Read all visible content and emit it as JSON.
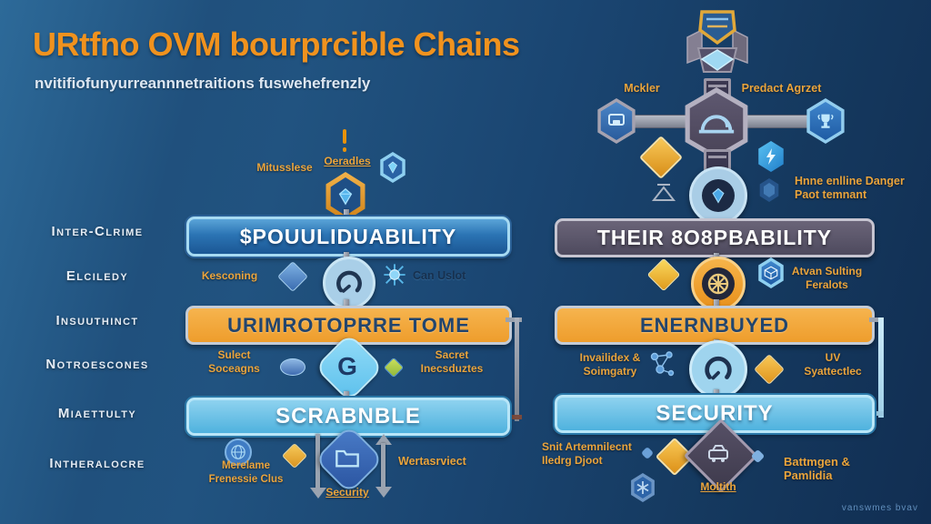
{
  "header": {
    "title": "URtfno OVM bourprcible Chains",
    "subtitle": "nvitifiofunyurreannnetraitions fuswehefrenzly"
  },
  "left_labels": [
    "Inter-Clrime",
    "Elciledy",
    "Insuuthinct",
    "Notroescones",
    "Miaettulty",
    "Intheralocre"
  ],
  "center": {
    "top_label_a": "Mitusslese",
    "top_label_b": "Oeradles",
    "banner1": "$POUULIDUABILITY",
    "banner2": "URIMROTOPRRE TOME",
    "banner3": "SCRABNBLE",
    "row1_left": "Kesconing",
    "row1_right": "Can Uslot",
    "row2_left1": "Sulect",
    "row2_left2": "Soceagns",
    "row2_badge_letter": "G",
    "row2_right1": "Sacret",
    "row2_right2": "Inecsduztes",
    "bottom_left1": "Merelame",
    "bottom_left2": "Frenessie Clus",
    "bottom_badge_label": "Security",
    "bottom_right": "Wertasrviect"
  },
  "right": {
    "top_label_left": "Mckler",
    "top_label_right": "Predact Agrzet",
    "top_note1": "Hnne enlline Danger",
    "top_note2": "Paot temnant",
    "banner1": "THEIR 8O8PBABILITY",
    "banner2": "ENERNBUYED",
    "banner3": "SECURITY",
    "row1_right1": "Atvan Sulting",
    "row1_right2": "Feralots",
    "row2_left1": "Invailidex &",
    "row2_left2": "Soimgatry",
    "row2_right1": "UV",
    "row2_right2": "Syattectlec",
    "bottom_left1": "Snit Artemnilecnt",
    "bottom_left2": "Iledrg Djoot",
    "bottom_badge_label": "Moltith",
    "bottom_right1": "Battmgen &",
    "bottom_right2": "Pamlidia"
  },
  "watermark": "vanswmes bvav",
  "icons": {
    "trophy-shield-icon": "gold shield emblem on gray pedestal",
    "helmet-hexagon-icon": "hard-hat in dark hexagon",
    "screen-hexagon-icon": "monitor glyph in blue hexagon",
    "trophy-hexagon-icon": "trophy cup in blue hexagon",
    "gem-hexagon-icon": "diamond gem in hexagon",
    "gauge-badge-icon": "dial gauge in light-blue circle",
    "wheel-badge-icon": "wheel in orange circle",
    "medal-badge-icon": "gem medal circle",
    "g-badge-icon": "letter G on light-blue diamond",
    "folder-badge-icon": "folder on blue diamond",
    "building-diamond-icon": "structure in dark diamond",
    "cube-hexagon-icon": "wireframe cube in hexagon",
    "bolt-hexagon-icon": "lightning bolt in glossy hexagon",
    "asterisk-hexagon-icon": "asterisk in blue hexagon",
    "globe-icon": "globe circle",
    "diamond-gem-icon": "gold gem",
    "spark-icon": "blue burst",
    "network-icon": "linked nodes",
    "arrow-down-icon": "gray down arrow",
    "arrow-updown-icon": "gray double arrow"
  },
  "colors": {
    "background": "#1a4571",
    "accent_orange": "#f0921e",
    "label_orange": "#eaa43c",
    "banner_blue": "#2b74b4",
    "banner_orange": "#ee9d2c",
    "banner_light_blue": "#4fb2de",
    "banner_dark": "#4e4a5e",
    "gold": "#f0b030"
  }
}
